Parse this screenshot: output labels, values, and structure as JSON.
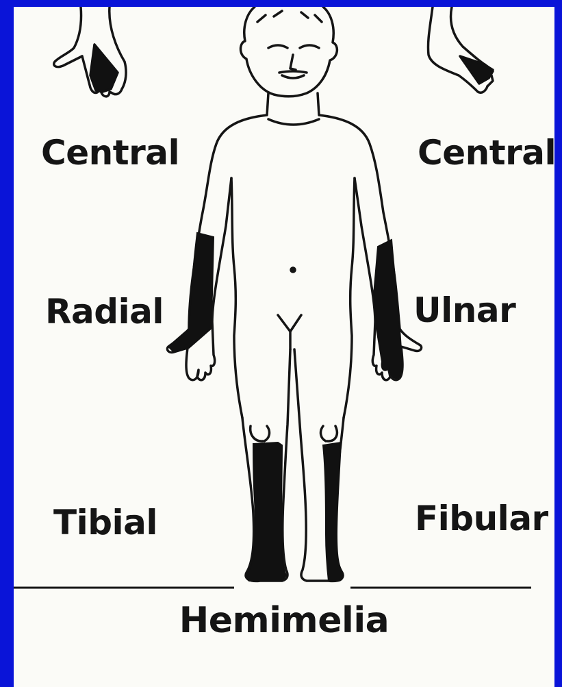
{
  "labels": {
    "central_left": "Central",
    "central_right": "Central",
    "radial": "Radial",
    "ulnar": "Ulnar",
    "tibial": "Tibial",
    "fibular": "Fibular"
  },
  "title": "Hemimelia",
  "colors": {
    "background": "#0a14d8",
    "panel": "#fbfbf7",
    "ink": "#151515",
    "shaded_region": "#111111"
  },
  "icons": {
    "figure": "child-body-outline",
    "hand_left": "hand-central-defect",
    "foot_right": "foot-central-defect"
  }
}
